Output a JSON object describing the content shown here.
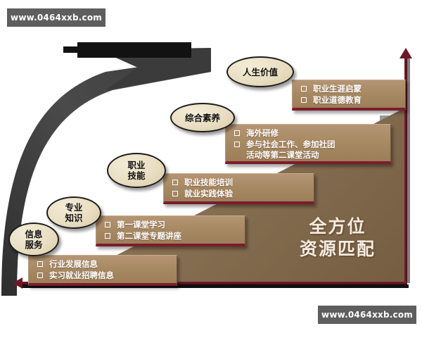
{
  "watermark": {
    "top": "www.0464xxb.com",
    "bottom": "www.0464xxb.com"
  },
  "ramp": {
    "line1": "全方位",
    "line2": "资源匹配"
  },
  "stages": [
    {
      "id": "info",
      "node_label": "信息\n服务",
      "items": [
        "行业发展信息",
        "实习就业招聘信息"
      ]
    },
    {
      "id": "knowledge",
      "node_label": "专业\n知识",
      "items": [
        "第一课堂学习",
        "第二课堂专题讲座"
      ]
    },
    {
      "id": "skill",
      "node_label": "职业\n技能",
      "items": [
        "职业技能培训",
        "就业实践体验"
      ]
    },
    {
      "id": "quality",
      "node_label": "综合素养",
      "items": [
        "海外研修",
        "参与社会工作、参加社团\n活动等第二课堂活动"
      ]
    },
    {
      "id": "life",
      "node_label": "人生价值",
      "items": [
        "职业生涯启蒙",
        "职业道德教育"
      ]
    }
  ],
  "colors": {
    "box_fill": "#a78963",
    "box_accent": "#7c1c2c",
    "ramp_fill": "#8b6f4e",
    "axis": "#6e1727",
    "node_fill": "#e9dec2",
    "watermark_bg": "#5e5e5e"
  }
}
